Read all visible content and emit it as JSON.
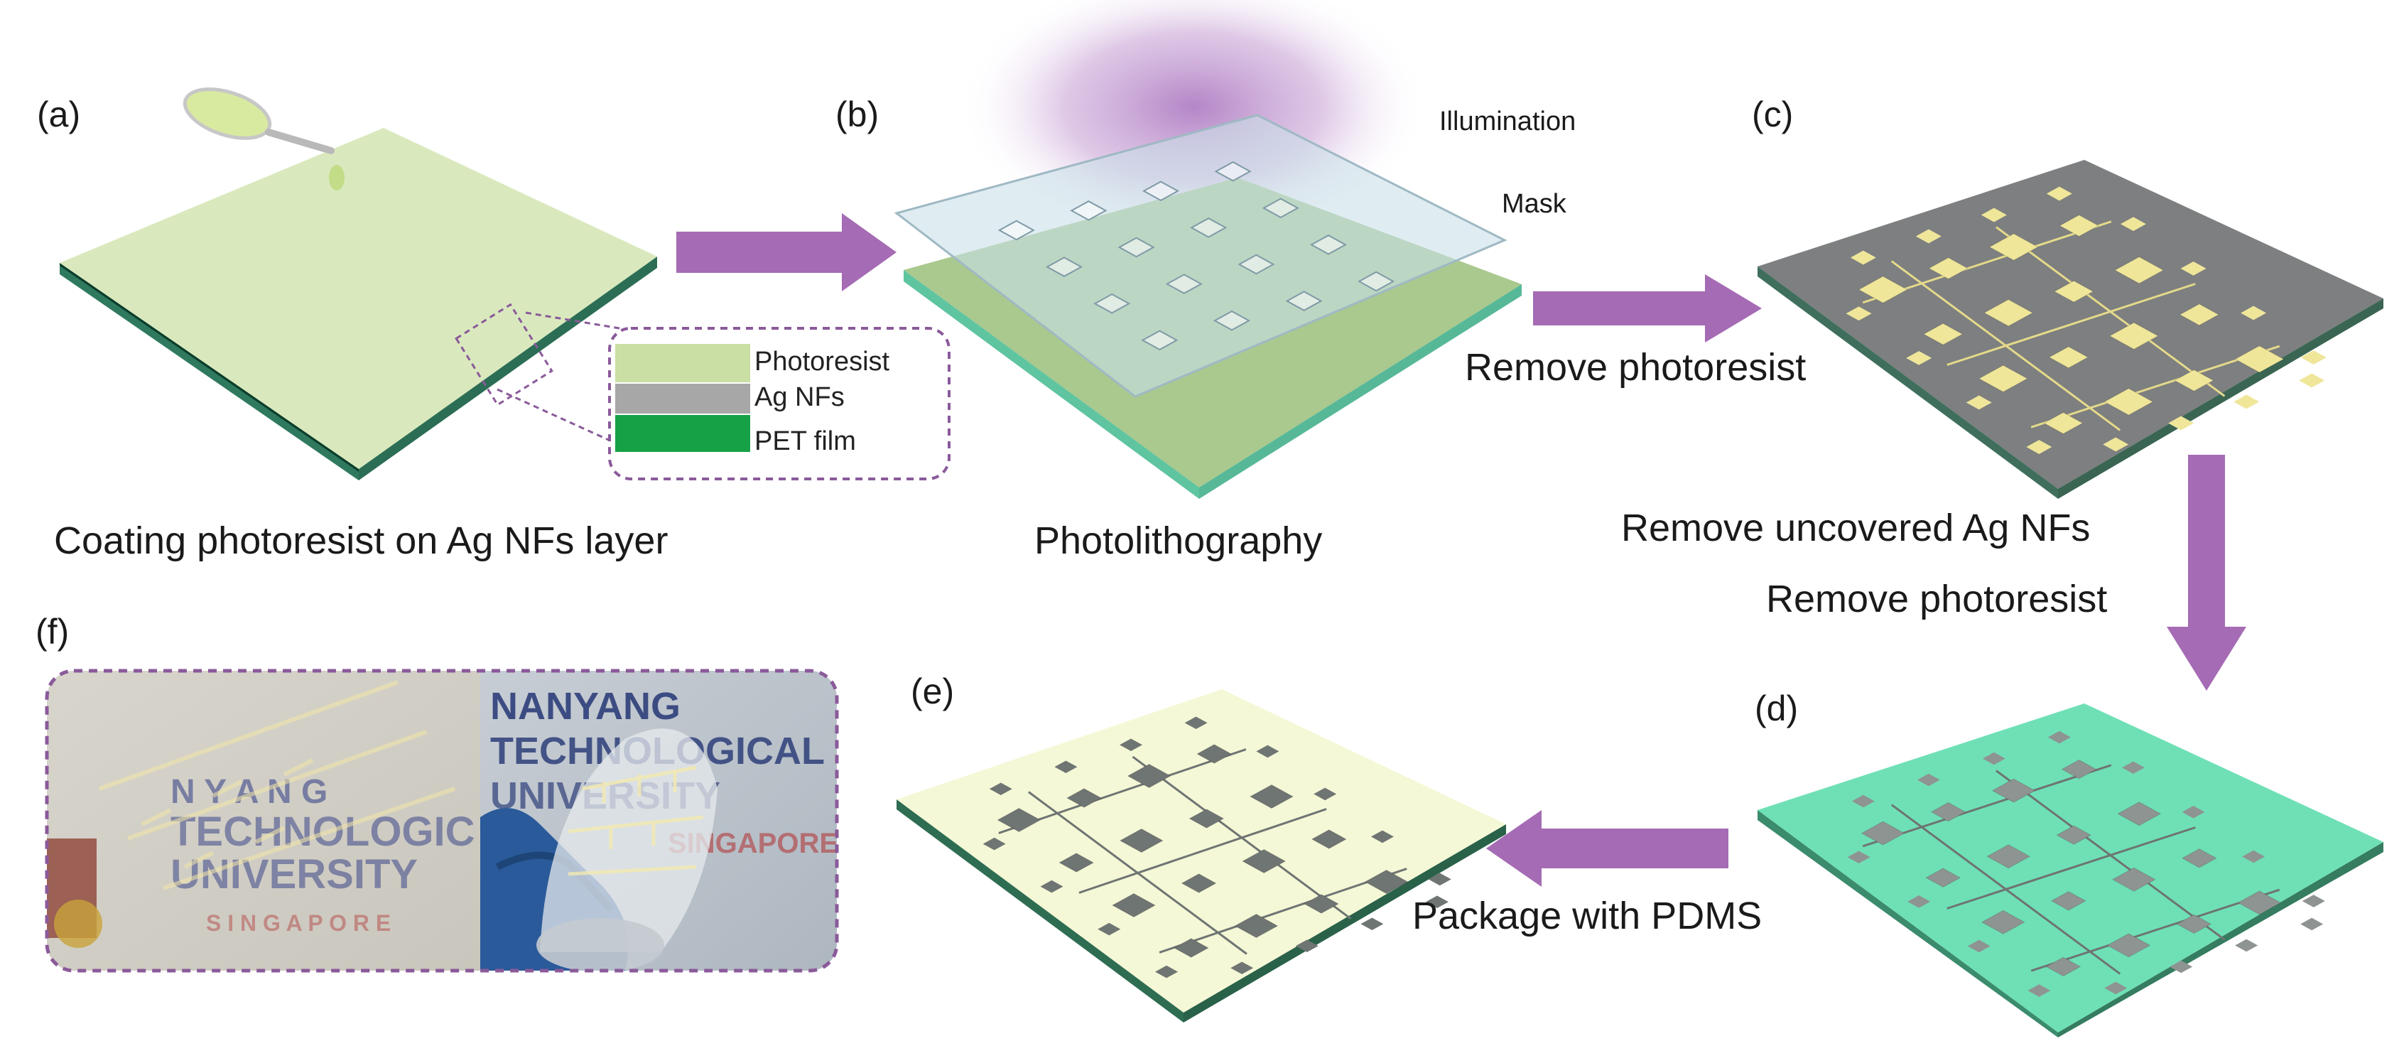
{
  "panels": {
    "a": "(a)",
    "b": "(b)",
    "c": "(c)",
    "d": "(d)",
    "e": "(e)",
    "f": "(f)"
  },
  "captions": {
    "coating": "Coating photoresist on Ag NFs layer",
    "photolithography": "Photolithography",
    "remove_photoresist_1": "Remove photoresist",
    "remove_uncovered": "Remove uncovered Ag NFs",
    "remove_photoresist_2": "Remove photoresist",
    "package": "Package with PDMS"
  },
  "labels": {
    "illumination": "Illumination",
    "mask": "Mask"
  },
  "legend": {
    "layers": [
      {
        "label": "Photoresist",
        "color": "#c9dfa3"
      },
      {
        "label": "Ag NFs",
        "color": "#a7a7a7"
      },
      {
        "label": "PET film",
        "color": "#17a147"
      }
    ]
  },
  "photo": {
    "left_text": [
      "N Y A N G",
      "TECHNOLOGIC",
      "UNIVERSITY",
      "S I N G A P O R E"
    ],
    "right_text": [
      "NANYANG",
      "TECHNOLOGICAL",
      "UNIVERSITY",
      "SINGAPORE"
    ]
  },
  "colors": {
    "arrow": "#a56bb4",
    "photoresist": "#d6e6b8",
    "ag_pads": "#efe69a",
    "substrate_gray": "#808284",
    "pet_green": "#6fe0b6",
    "pdms_cream": "#f5f8d6"
  }
}
